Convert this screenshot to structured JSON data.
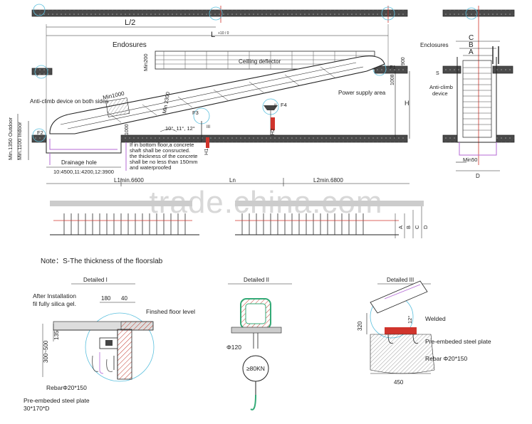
{
  "watermark": "trade.china.com",
  "note": "Note：S-The thickness of the floorslab",
  "main": {
    "half_length": "L/2",
    "total_length": "L",
    "total_length_tol": "+10 / 0",
    "enclosures": "Endosures",
    "ceiling_deflector": "Ceilling deflector",
    "power_supply": "Power supply area",
    "anti_climb": "Anti-climb device on both sides",
    "drainage": "Drainage hole",
    "concrete_note": [
      "If in bottom floor,a concrete",
      "shaft shall be consructed.",
      "the thickness of the concrete",
      "shall be no less than 150mm",
      "and waterproofed"
    ],
    "pit_lengths": "10:4500,11:4200,12:3900",
    "l1": "L1min.6600",
    "ln": "Ln",
    "l2": "L2min.6800",
    "min_outdoor": "Min.1350 Outdoor",
    "min_indoor": "Min.1100 Indoor",
    "min200": "Min200",
    "min_2300": "Min 2300",
    "min_1000": "Min1000",
    "h_label": "H",
    "h1": "H1",
    "h2": "H2",
    "angles": "10°, 11°, 12°",
    "f1": "F1",
    "f2": "F2",
    "f3": "F3",
    "f4": "F4",
    "dim_900": "900",
    "dim_1008": "1008",
    "dim_1000": "1000",
    "roman_1": "I",
    "roman_2": "II",
    "roman_3": "III",
    "s_label": "S"
  },
  "side_view": {
    "enclosures": "Enclosures",
    "anti_climb": [
      "Anti-climb",
      "device"
    ],
    "c": "C",
    "b": "B",
    "a": "A",
    "s": "S",
    "min50": "Min50",
    "d": "D"
  },
  "strip_labels": [
    "A",
    "B",
    "C",
    "D"
  ],
  "detail1": {
    "title": "Detailed I",
    "after": [
      "After Installation",
      "fil fully silica gel."
    ],
    "dim_180": "180",
    "dim_40": "40",
    "finished": "Finshed floor level",
    "dim_135": "135",
    "dim_300_500": "300~500",
    "rebar": "RebarΦ20*150",
    "plate": "Pre-embeded steel plate",
    "plate_size": "30*170*D"
  },
  "detail2": {
    "title": "Detailed II",
    "phi": "Φ120",
    "load": "≥80KN"
  },
  "detail3": {
    "title": "Detailed III",
    "welded": "Welded",
    "angle": "12°",
    "dim_320": "320",
    "plate": "Pre-embeded steel plate",
    "rebar": "Rebar Φ20*150",
    "dim_450": "450"
  }
}
